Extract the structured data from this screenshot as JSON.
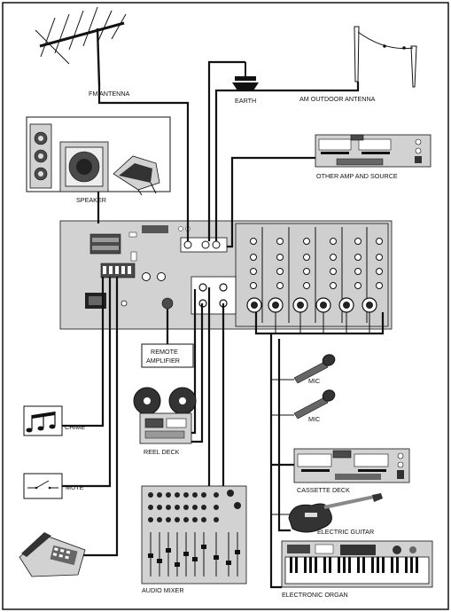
{
  "labels": {
    "fm_antenna": "FM ANTENNA",
    "earth": "EARTH",
    "am_antenna": "AM OUTDOOR ANTENNA",
    "speaker": "SPEAKER",
    "other_amp": "OTHER AMP AND SOURCE",
    "remote_amp_line1": "REMOTE",
    "remote_amp_line2": "AMPLIFIER",
    "mic1": "MIC",
    "mic2": "MIC",
    "chime": "CHIME",
    "mute": "MUTE",
    "reel_deck": "REEL DECK",
    "cassette_deck": "CASSETTE DECK",
    "electric_guitar": "ELECTRIC GUITAR",
    "audio_mixer": "AUDIO MIXER",
    "electronic_organ": "ELECTRONIC ORGAN"
  },
  "colors": {
    "line": "#111111",
    "panel": "#d2d2d2",
    "dark": "#4a4a4a",
    "background": "#ffffff"
  },
  "icons": {
    "fm_antenna": "fm-antenna-icon",
    "earth": "earth-ground-icon",
    "am_antenna": "am-antenna-icon",
    "speakers": "speaker-icon",
    "chime": "chime-notes-icon",
    "mute": "mute-switch-icon",
    "telephone": "telephone-icon",
    "microphone": "microphone-icon",
    "reel_deck": "reel-deck-icon",
    "cassette_deck": "cassette-deck-icon",
    "guitar": "electric-guitar-icon",
    "mixer": "audio-mixer-icon",
    "organ": "electronic-organ-icon"
  }
}
